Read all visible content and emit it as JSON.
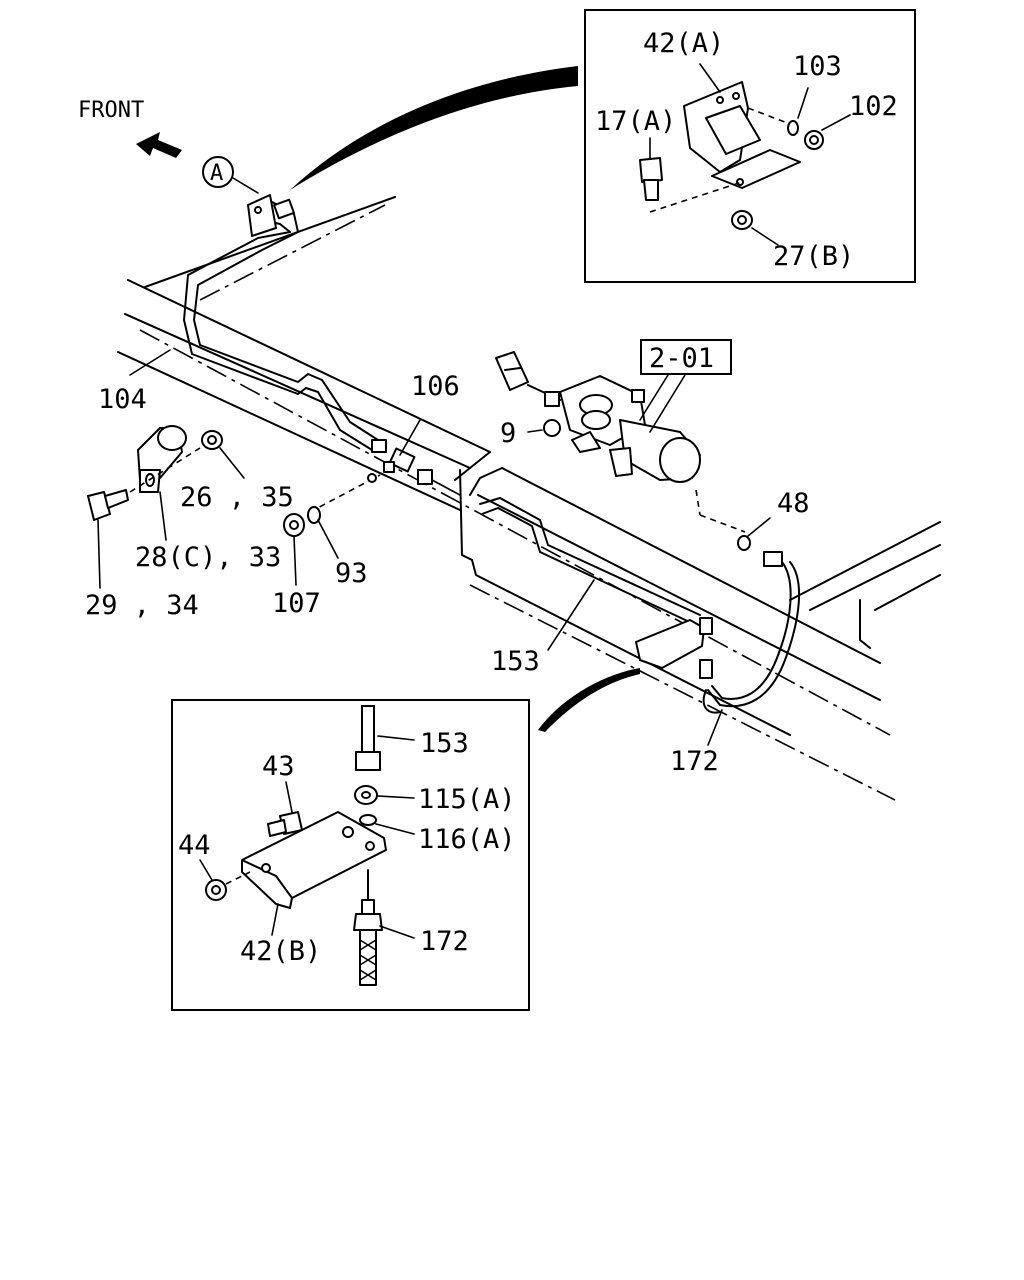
{
  "orientation_label": "FRONT",
  "view_marker": "A",
  "group_ref": "2-01",
  "callouts": {
    "c104": "104",
    "c106": "106",
    "c9": "9",
    "c26_35": "26 , 35",
    "c28c_33": "28(C), 33",
    "c29_34": "29 , 34",
    "c107": "107",
    "c93": "93",
    "c48": "48",
    "c153": "153",
    "c172": "172"
  },
  "inset_a": {
    "c42a": "42(A)",
    "c103": "103",
    "c102": "102",
    "c17a": "17(A)",
    "c27b": "27(B)"
  },
  "inset_b": {
    "c153": "153",
    "c43": "43",
    "c115a": "115(A)",
    "c116a": "116(A)",
    "c44": "44",
    "c172": "172",
    "c42b": "42(B)"
  },
  "icons": [
    "front-arrow-icon",
    "view-a-circle-icon",
    "detail-leader-arrow-icon"
  ]
}
